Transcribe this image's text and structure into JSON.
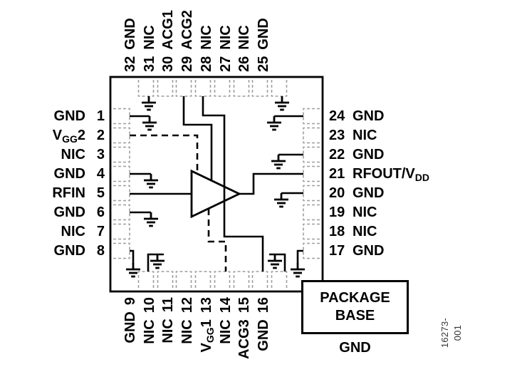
{
  "figure": {
    "code": "16273-001",
    "package_base": {
      "line1": "PACKAGE",
      "line2": "BASE",
      "ground": "GND"
    }
  },
  "pins": {
    "top": [
      {
        "num": "32",
        "label": "GND"
      },
      {
        "num": "31",
        "label": "NIC"
      },
      {
        "num": "30",
        "label": "ACG1"
      },
      {
        "num": "29",
        "label": "ACG2"
      },
      {
        "num": "28",
        "label": "NIC"
      },
      {
        "num": "27",
        "label": "NIC"
      },
      {
        "num": "26",
        "label": "NIC"
      },
      {
        "num": "25",
        "label": "GND"
      }
    ],
    "left": [
      {
        "num": "1",
        "label": "GND"
      },
      {
        "num": "2",
        "pre": "V",
        "sub": "GG",
        "post": "2"
      },
      {
        "num": "3",
        "label": "NIC"
      },
      {
        "num": "4",
        "label": "GND"
      },
      {
        "num": "5",
        "label": "RFIN"
      },
      {
        "num": "6",
        "label": "GND"
      },
      {
        "num": "7",
        "label": "NIC"
      },
      {
        "num": "8",
        "label": "GND"
      }
    ],
    "right": [
      {
        "num": "24",
        "label": "GND"
      },
      {
        "num": "23",
        "label": "NIC"
      },
      {
        "num": "22",
        "label": "GND"
      },
      {
        "num": "21",
        "pre": "RFOUT/V",
        "sub": "DD"
      },
      {
        "num": "20",
        "label": "GND"
      },
      {
        "num": "19",
        "label": "NIC"
      },
      {
        "num": "18",
        "label": "NIC"
      },
      {
        "num": "17",
        "label": "GND"
      }
    ],
    "bottom": [
      {
        "num": "9",
        "label": "GND"
      },
      {
        "num": "10",
        "label": "NIC"
      },
      {
        "num": "11",
        "label": "NIC"
      },
      {
        "num": "12",
        "label": "NIC"
      },
      {
        "num": "13",
        "pre": "V",
        "sub": "GG",
        "post": "1"
      },
      {
        "num": "14",
        "label": "NIC"
      },
      {
        "num": "15",
        "label": "ACG3"
      },
      {
        "num": "16",
        "label": "GND"
      }
    ]
  }
}
